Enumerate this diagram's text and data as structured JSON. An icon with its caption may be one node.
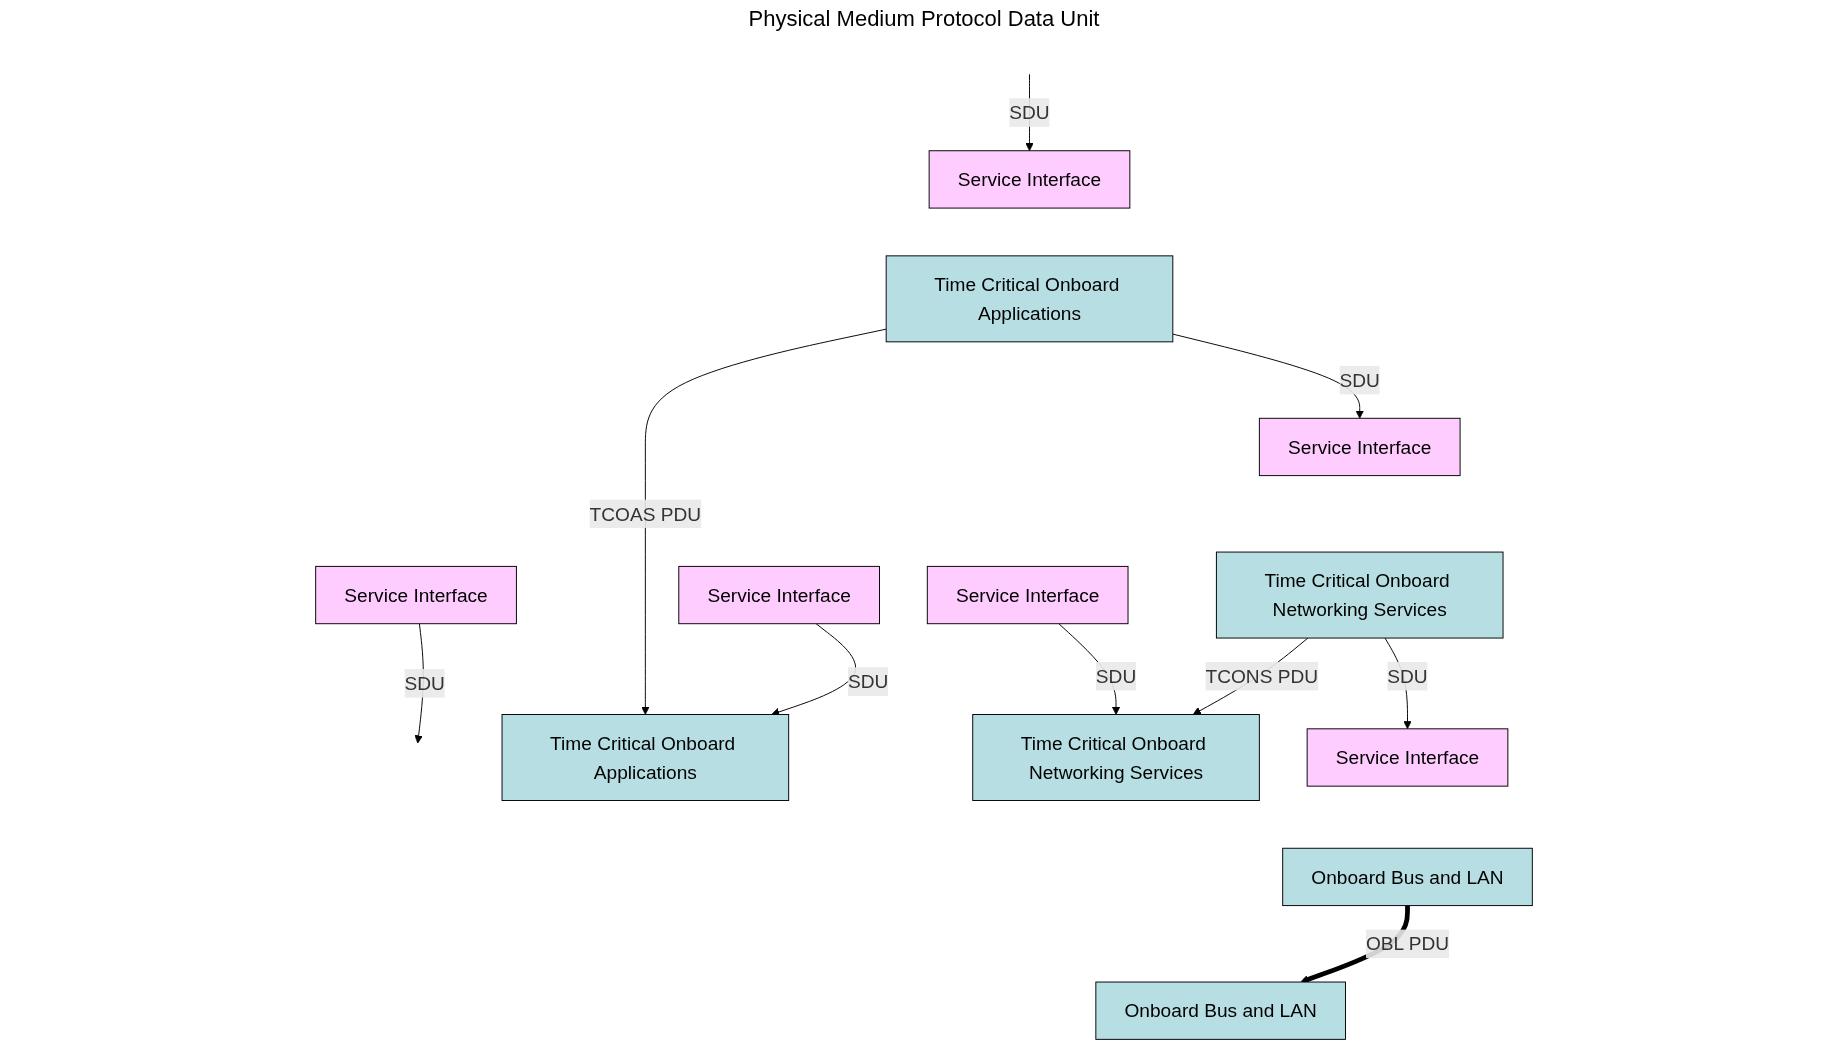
{
  "diagram": {
    "nodes": [
      {
        "text": [
          "Service Interface"
        ]
      },
      {
        "text": [
          "Time Critical Onboard Applications"
        ]
      },
      {
        "text": [
          "Service Interface"
        ]
      },
      {
        "text": [
          "Time Critical Onboard Applications"
        ]
      },
      {
        "text": [
          "Service Interface"
        ]
      },
      {
        "text": [
          "Time Critical Onboard Networking Services"
        ]
      },
      {
        "text": [
          "Service Interface"
        ]
      },
      {
        "text": [
          "Time Critical Onboard Networking Services"
        ]
      },
      {
        "text": [
          "Service Interface"
        ]
      },
      {
        "text": [
          "Onboard Bus and LAN"
        ]
      },
      {
        "text": [
          "Service Interface"
        ]
      },
      {
        "text": [
          "Onboard Bus and LAN"
        ]
      }
    ],
    "edges": [
      {
        "from": null,
        "to": 0,
        "arrow": "to",
        "label": "SDU"
      },
      {
        "from": 1,
        "to": 4,
        "arrow": "to",
        "label": "SDU"
      },
      {
        "from": 5,
        "to": 8,
        "arrow": "to",
        "label": "SDU"
      },
      {
        "from": 2,
        "to": null,
        "arrow": "to",
        "label": "SDU"
      },
      {
        "from": 6,
        "to": 3,
        "arrow": "to",
        "label": "SDU"
      },
      {
        "from": 10,
        "to": 7,
        "arrow": "to",
        "label": "SDU"
      },
      {
        "from": 1,
        "to": 3,
        "arrow": "to",
        "label": "TCOAS PDU"
      },
      {
        "from": 5,
        "to": 7,
        "arrow": "to",
        "label": "TCONS PDU"
      },
      {
        "from": 9,
        "to": 11,
        "arrow": "to",
        "label": "OBL PDU",
        "style": "thick"
      }
    ],
    "labels": [
      "Physical Medium Protocol Data Unit"
    ]
  }
}
